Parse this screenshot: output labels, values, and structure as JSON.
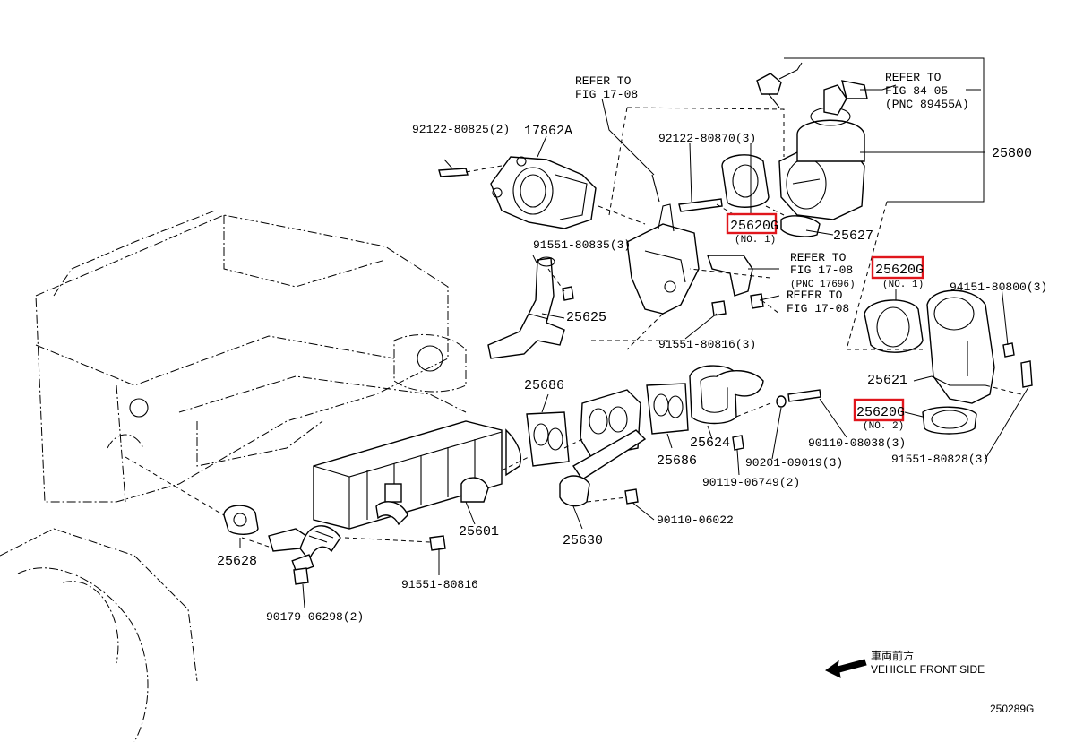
{
  "diagram": {
    "diagram_code": "250289G",
    "refer_1": {
      "line1": "REFER TO",
      "line2": "FIG 17-08"
    },
    "refer_2": {
      "line1": "REFER TO",
      "line2": "FIG 84-05",
      "line3": "(PNC 89455A)"
    },
    "refer_3": {
      "line1": "REFER TO",
      "line2": "FIG 17-08",
      "line3": "(PNC 17696)"
    },
    "refer_4": {
      "line1": "REFER TO",
      "line2": "FIG 17-08"
    },
    "parts": {
      "p92122_80825": "92122-80825(2)",
      "p17862A": "17862A",
      "p92122_80870": "92122-80870(3)",
      "p25800": "25800",
      "p25620G_top": "25620G",
      "p25620G_top_sub": "(NO. 1)",
      "p25627": "25627",
      "p91551_80835": "91551-80835(3)",
      "p25625": "25625",
      "p91551_80816_3": "91551-80816(3)",
      "p25620G_right": "25620G",
      "p25620G_right_sub": "(NO. 1)",
      "p94151_80800": "94151-80800(3)",
      "p25621": "25621",
      "p25620G_no2": "25620G",
      "p25620G_no2_sub": "(NO. 2)",
      "p90110_08038": "90110-08038(3)",
      "p91551_80828": "91551-80828(3)",
      "p25686_a": "25686",
      "p25686_b": "25686",
      "p25624": "25624",
      "p90201_09019": "90201-09019(3)",
      "p90119_06749": "90119-06749(2)",
      "p25601": "25601",
      "p25630": "25630",
      "p90110_06022": "90110-06022",
      "p25628": "25628",
      "p91551_80816": "91551-80816",
      "p90179_06298": "90179-06298(2)"
    },
    "vehicle_front": {
      "jp": "車両前方",
      "en": "VEHICLE FRONT SIDE"
    },
    "highlight_color": "#e0161c"
  }
}
